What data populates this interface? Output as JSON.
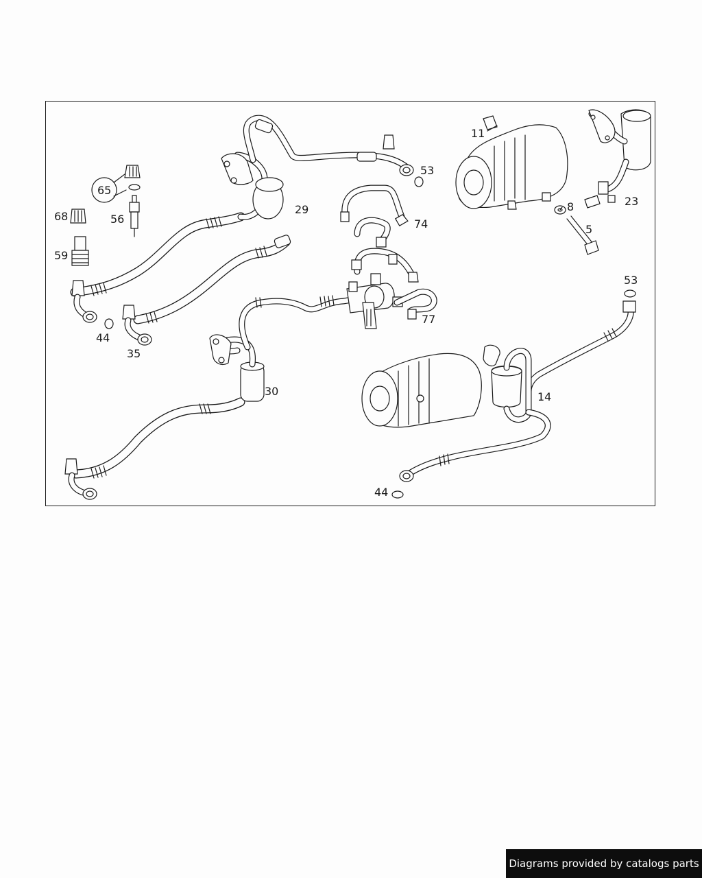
{
  "diagram": {
    "callouts": [
      {
        "id": "c11",
        "text": "11"
      },
      {
        "id": "c53a",
        "text": "53"
      },
      {
        "id": "c65",
        "text": "65"
      },
      {
        "id": "c29",
        "text": "29"
      },
      {
        "id": "c8",
        "text": "8"
      },
      {
        "id": "c23",
        "text": "23"
      },
      {
        "id": "c68",
        "text": "68"
      },
      {
        "id": "c56",
        "text": "56"
      },
      {
        "id": "c74",
        "text": "74"
      },
      {
        "id": "c5",
        "text": "5"
      },
      {
        "id": "c59",
        "text": "59"
      },
      {
        "id": "c53b",
        "text": "53"
      },
      {
        "id": "c44a",
        "text": "44"
      },
      {
        "id": "c77",
        "text": "77"
      },
      {
        "id": "c35",
        "text": "35"
      },
      {
        "id": "c30",
        "text": "30"
      },
      {
        "id": "c14",
        "text": "14"
      },
      {
        "id": "c44b",
        "text": "44"
      }
    ]
  },
  "footer": {
    "credit": "Diagrams provided by catalogs parts"
  },
  "colors": {
    "ink": "#1a1a1a",
    "paper": "#fdfdfd",
    "banner_bg": "#0d0d0d",
    "banner_text": "#ffffff"
  }
}
